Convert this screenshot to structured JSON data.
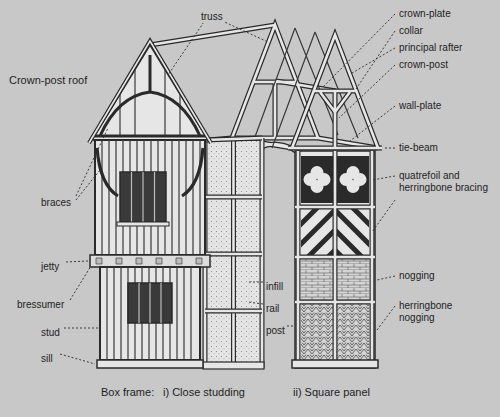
{
  "diagram": {
    "labels": [
      "Crown-post roof",
      "truss",
      "crown-plate",
      "collar",
      "principal rafter",
      "crown-post",
      "wall-plate",
      "tie-beam",
      "quatrefoil and herringbone bracing",
      "braces",
      "jetty",
      "nogging",
      "herringbone nogging",
      "infill",
      "rail",
      "bressumer",
      "stud",
      "post",
      "sill",
      "Box frame:",
      "i) Close studding",
      "ii) Square panel"
    ]
  }
}
